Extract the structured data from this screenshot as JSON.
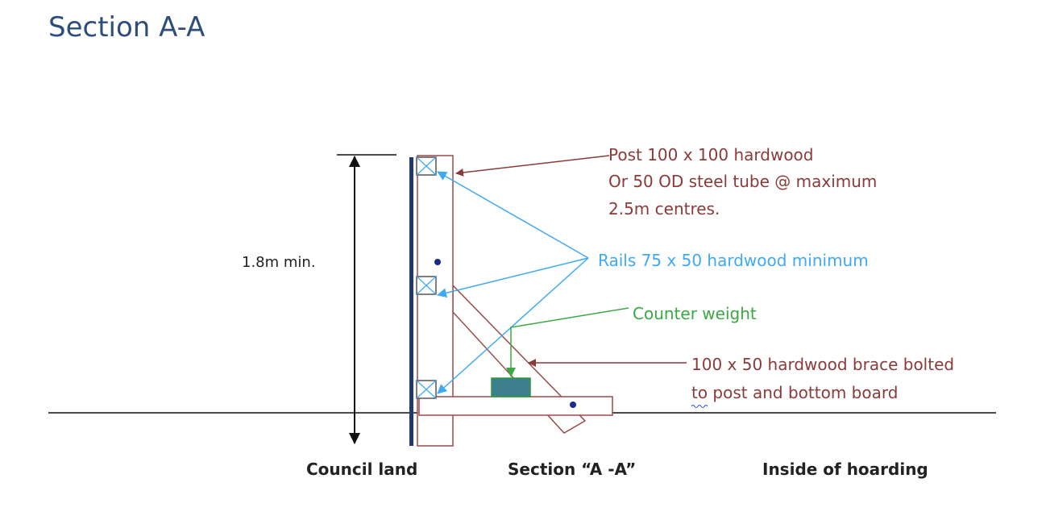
{
  "heading": "Section A-A",
  "dimension_label": "1.8m min.",
  "labels": {
    "post": [
      "Post 100 x 100 hardwood",
      "Or 50 OD steel tube @ maximum",
      "2.5m centres."
    ],
    "rails": "Rails 75 x 50 hardwood minimum",
    "counterweight": "Counter weight",
    "brace": [
      "100 x 50 hardwood brace bolted",
      "to post and bottom board"
    ]
  },
  "captions": {
    "left": "Council land",
    "center": "Section “A -A”",
    "right": "Inside of hoarding"
  },
  "colors": {
    "heading": "#2e4d7b",
    "timber": "#9b4a4a",
    "label_brown": "#8b3a3a",
    "rails_blue": "#3fa9f5",
    "counterweight_green": "#3aa843",
    "block": "#3d7f8f",
    "panel": "#1f3a6b"
  }
}
